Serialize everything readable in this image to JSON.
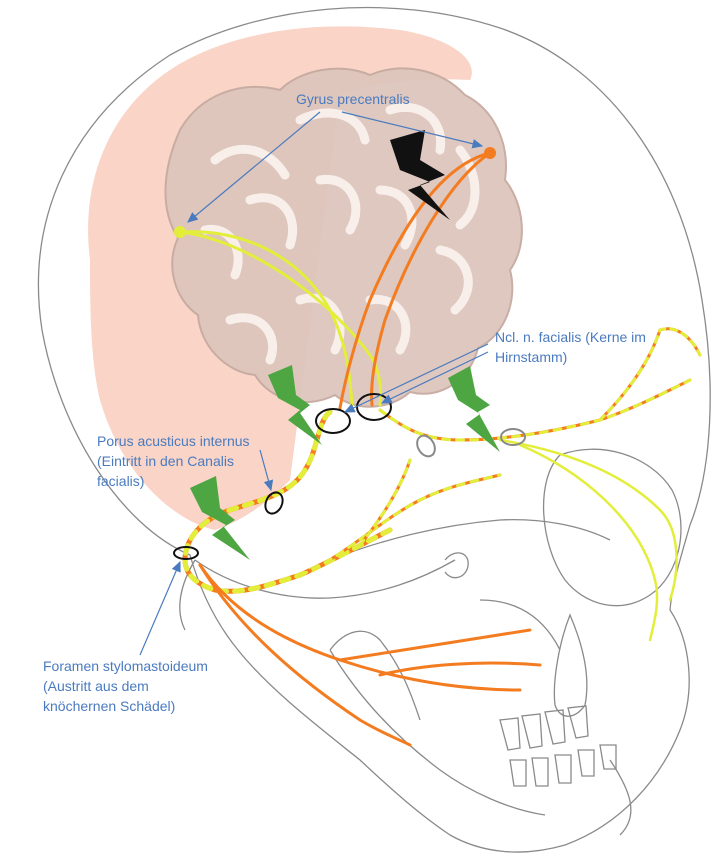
{
  "labels": {
    "gyrus": "Gyrus precentralis",
    "ncl": [
      "Ncl. n. facialis (Kerne im",
      "Hirnstamm)"
    ],
    "porus": [
      "Porus acusticus internus",
      "(Eintritt in den Canalis",
      "facialis)"
    ],
    "foramen": [
      "Foramen stylomastoideum",
      "(Austritt aus dem",
      "knöchernen Schädel)"
    ]
  },
  "colors": {
    "skull_outline": "#8a8a8a",
    "brain_shadow": "#f7c9b9",
    "gyri_fill": "#ddc6bd",
    "gyri_stroke": "#c6aaa0",
    "yellow_pathway": "#e3ee3a",
    "orange_pathway": "#f47c20",
    "label_text": "#4a7bbf",
    "lesion_green": "#4da642",
    "lesion_black": "#111111"
  },
  "icons": [
    "lightning-lesion-central-icon",
    "lightning-lesion-peripheral-icon"
  ]
}
